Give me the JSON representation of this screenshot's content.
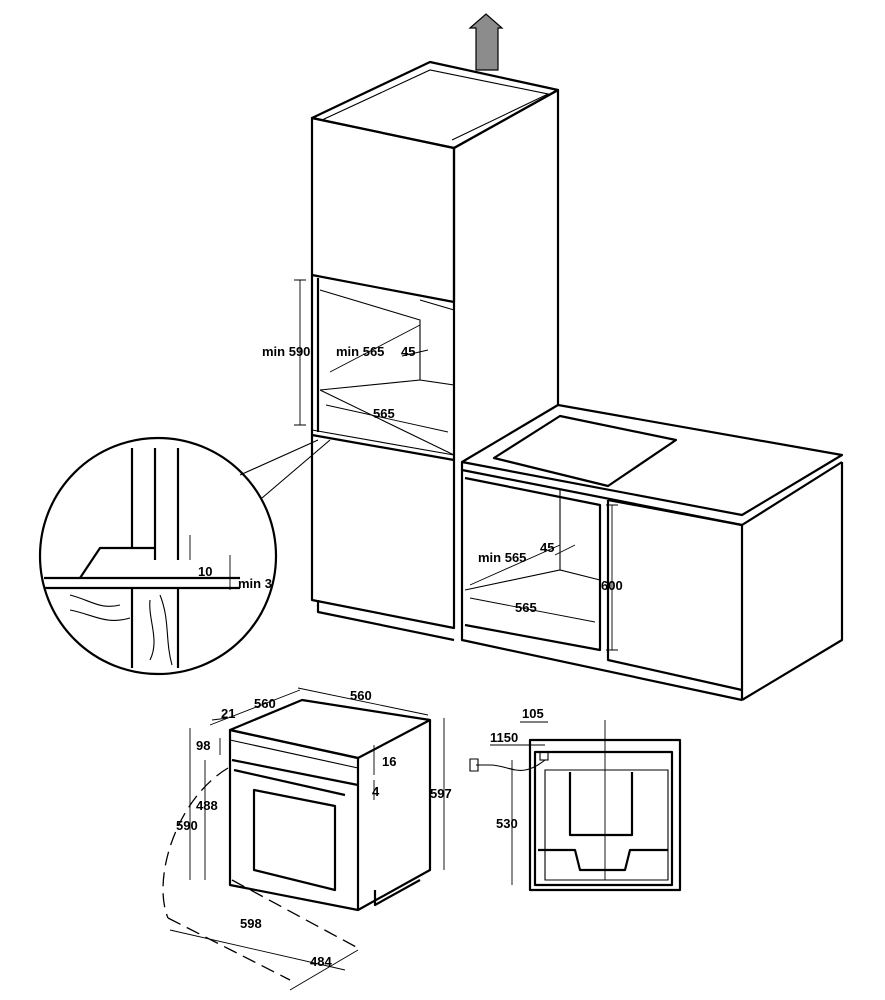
{
  "colors": {
    "line": "#000000",
    "background": "#ffffff",
    "arrow": "#8c8c8c"
  },
  "labels": {
    "tall_unit_height": "min 590",
    "tall_unit_depth_min": "min 565",
    "tall_unit_gap": "45",
    "tall_unit_width": "565",
    "detail_gap": "10",
    "detail_min": "min 3",
    "base_unit_depth_min": "min 565",
    "base_unit_gap": "45",
    "base_unit_width": "565",
    "base_unit_height": "600",
    "oven_side_offset": "21",
    "oven_depth": "560",
    "oven_width_top": "560",
    "oven_panel_height": "98",
    "oven_trim": "16",
    "oven_door_height": "488",
    "oven_handle": "4",
    "oven_front_height": "590",
    "oven_total_height": "597",
    "oven_front_width": "598",
    "oven_door_open_depth": "484",
    "cable_offset": "105",
    "cable_length": "1150",
    "cable_height": "530"
  }
}
